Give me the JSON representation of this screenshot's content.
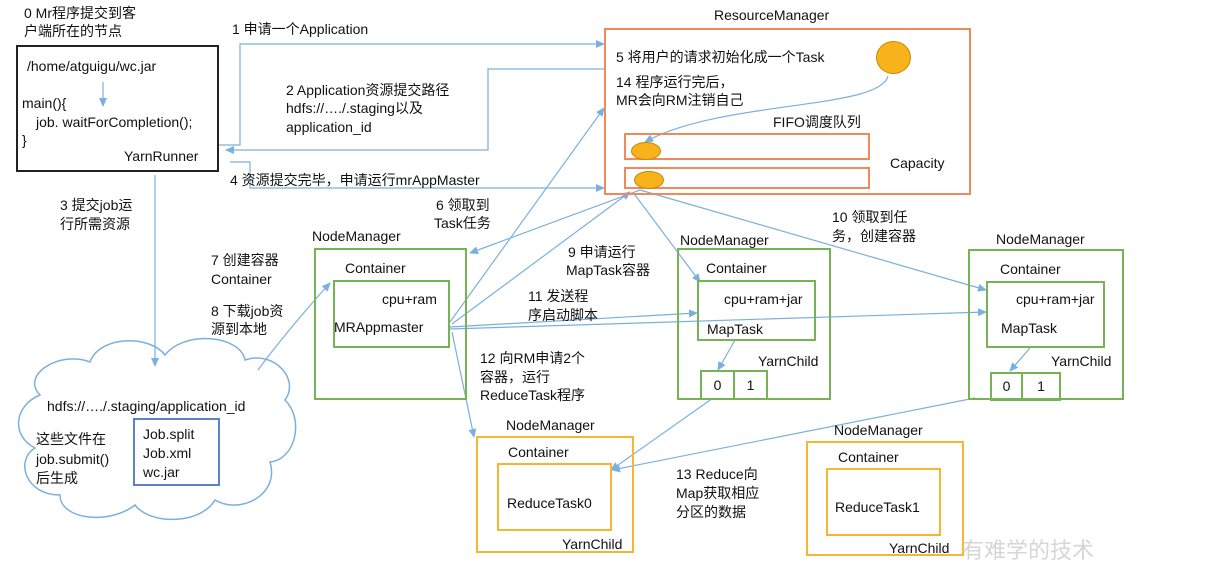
{
  "client": {
    "title_line1": "0 Mr程序提交到客",
    "title_line2": "户端所在的节点",
    "path": "/home/atguigu/wc.jar",
    "main": "main(){",
    "job": "job. waitForCompletion();",
    "brace": "}",
    "runner": "YarnRunner"
  },
  "steps": {
    "s1": "1 申请一个Application",
    "s2_l1": "2 Application资源提交路径",
    "s2_l2": "hdfs://…./.staging以及",
    "s2_l3": "application_id",
    "s3_l1": "3 提交job运",
    "s3_l2": "行所需资源",
    "s4": "4 资源提交完毕，申请运行mrAppMaster",
    "s5": "5 将用户的请求初始化成一个Task",
    "s6_l1": "6 领取到",
    "s6_l2": "Task任务",
    "s7_l1": "7 创建容器",
    "s7_l2": "Container",
    "s8_l1": "8 下载job资",
    "s8_l2": "源到本地",
    "s9_l1": "9 申请运行",
    "s9_l2": "MapTask容器",
    "s10_l1": "10 领取到任",
    "s10_l2": "务，创建容器",
    "s11_l1": "11 发送程",
    "s11_l2": "序启动脚本",
    "s12_l1": "12 向RM申请2个",
    "s12_l2": "容器，运行",
    "s12_l3": "ReduceTask程序",
    "s13_l1": "13 Reduce向",
    "s13_l2": "Map获取相应",
    "s13_l3": "分区的数据",
    "s14_l1": "14 程序运行完后，",
    "s14_l2": "MR会向RM注销自己"
  },
  "rm": {
    "title": "ResourceManager",
    "fifo": "FIFO调度队列",
    "capacity": "Capacity"
  },
  "nm1": {
    "title": "NodeManager",
    "container": "Container",
    "res": "cpu+ram",
    "app": "MRAppmaster"
  },
  "nm2": {
    "title": "NodeManager",
    "container": "Container",
    "res": "cpu+ram+jar",
    "task": "MapTask",
    "child": "YarnChild",
    "p0": "0",
    "p1": "1"
  },
  "nm3": {
    "title": "NodeManager",
    "container": "Container",
    "res": "cpu+ram+jar",
    "task": "MapTask",
    "child": "YarnChild",
    "p0": "0",
    "p1": "1"
  },
  "nm4": {
    "title": "NodeManager",
    "container": "Container",
    "task": "ReduceTask0",
    "child": "YarnChild"
  },
  "nm5": {
    "title": "NodeManager",
    "container": "Container",
    "task": "ReduceTask1",
    "child": "YarnChild"
  },
  "hdfs": {
    "path": "hdfs://…./.staging/application_id",
    "note_l1": "这些文件在",
    "note_l2": "job.submit()",
    "note_l3": "后生成",
    "f1": "Job.split",
    "f2": "Job.xml",
    "f3": "wc.jar"
  },
  "watermark": "有难学的技术",
  "colors": {
    "arrow": "#7ab0de",
    "rm_border": "#f08a5d",
    "nm_map_border": "#77b255",
    "nm_reduce_border": "#f5b731",
    "oval": "#f8b21c"
  }
}
